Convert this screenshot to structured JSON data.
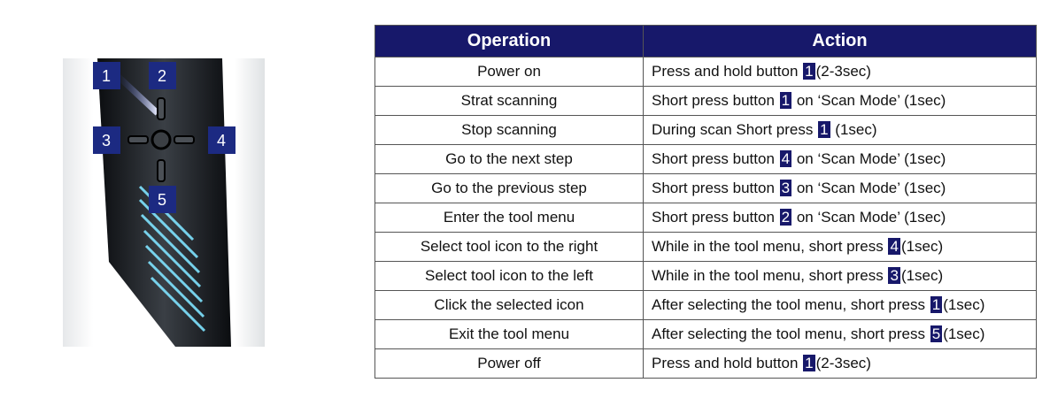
{
  "figure": {
    "labels": [
      "1",
      "2",
      "3",
      "4",
      "5"
    ]
  },
  "table": {
    "headers": [
      "Operation",
      "Action"
    ],
    "rows": [
      {
        "operation": "Power on",
        "before": "Press and hold button ",
        "button": "1",
        "after": "(2-3sec)"
      },
      {
        "operation": "Strat scanning",
        "before": "Short press button ",
        "button": "1",
        "after": " on ‘Scan Mode’ (1sec)"
      },
      {
        "operation": "Stop scanning",
        "before": "During scan Short press ",
        "button": "1",
        "after": " (1sec)"
      },
      {
        "operation": "Go to the next step",
        "before": "Short press button ",
        "button": "4",
        "after": " on ‘Scan Mode’ (1sec)"
      },
      {
        "operation": "Go to the previous step",
        "before": "Short press button ",
        "button": "3",
        "after": " on ‘Scan Mode’ (1sec)"
      },
      {
        "operation": "Enter the tool menu",
        "before": "Short press button ",
        "button": "2",
        "after": " on ‘Scan Mode’ (1sec)"
      },
      {
        "operation": "Select tool icon to the right",
        "before": "While in the tool menu, short press ",
        "button": "4",
        "after": "(1sec)"
      },
      {
        "operation": "Select tool icon to the left",
        "before": "While in the tool menu, short press ",
        "button": "3",
        "after": "(1sec)"
      },
      {
        "operation": "Click the selected icon",
        "before": "After selecting the tool menu, short press ",
        "button": "1",
        "after": "(1sec)"
      },
      {
        "operation": "Exit the tool menu",
        "before": "After selecting the tool menu, short press ",
        "button": "5",
        "after": "(1sec)"
      },
      {
        "operation": "Power off",
        "before": "Press and hold button ",
        "button": "1",
        "after": "(2-3sec)"
      }
    ]
  }
}
